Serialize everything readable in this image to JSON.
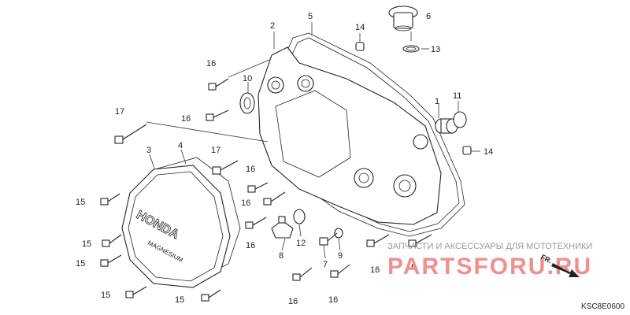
{
  "parts": {
    "p1": "1",
    "p2": "2",
    "p3": "3",
    "p4": "4",
    "p5": "5",
    "p6": "6",
    "p7": "7",
    "p8": "8",
    "p9": "9",
    "p10": "10",
    "p11": "11",
    "p12": "12",
    "p13": "13",
    "p14": "14",
    "p15": "15",
    "p16": "16",
    "p17": "17"
  },
  "cover_text": {
    "brand": "HONDA",
    "material": "MAGNESIUM"
  },
  "direction_label": "FR.",
  "watermark": {
    "tagline": "ЗАПЧАСТИ И АКСЕССУАРЫ ДЛЯ МОТОТЕХНИКИ",
    "logo": "PARTSFORU.RU"
  },
  "diagram_code": "KSC8E0600",
  "colors": {
    "line": "#222222",
    "watermark_logo": "#ef8f8f",
    "watermark_text": "#9a9a9a"
  }
}
